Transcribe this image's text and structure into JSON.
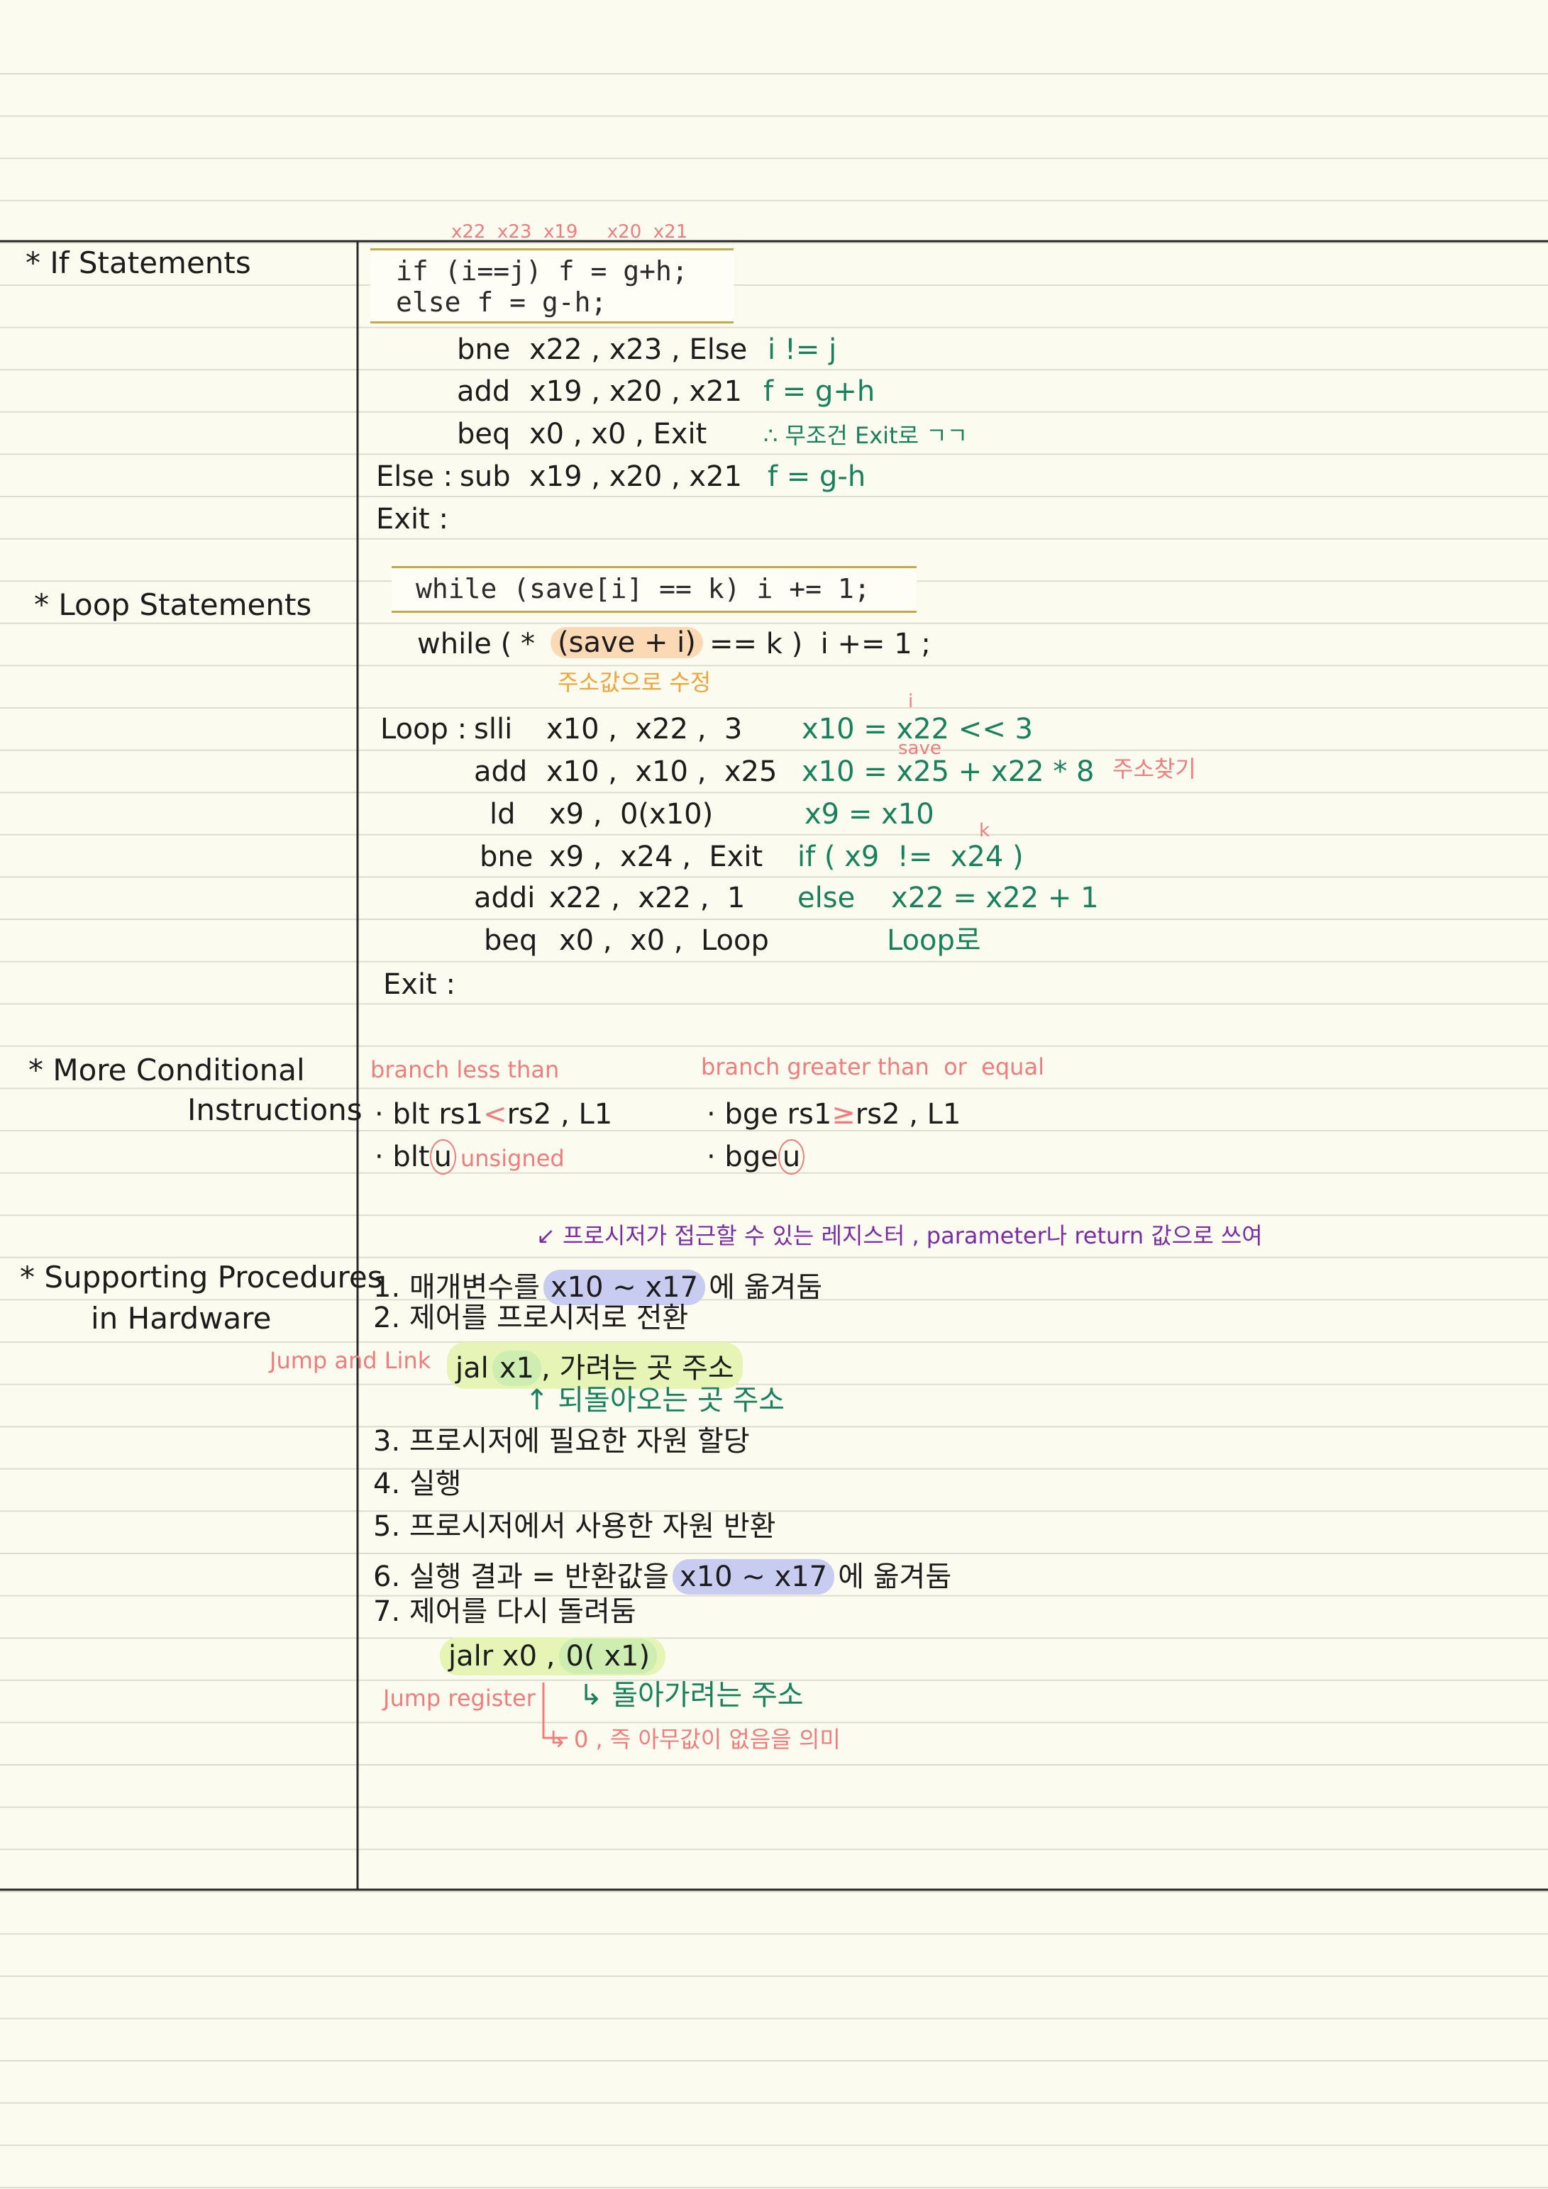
{
  "sections": {
    "if_title": "* If Statements",
    "loop_title": "* Loop Statements",
    "more_title_1": "* More Conditional",
    "more_title_2": "Instructions",
    "proc_title_1": "* Supporting Procedures",
    "proc_title_2": "in Hardware"
  },
  "if_block": {
    "reg_notes": "x22  x23  x19     x20  x21",
    "code": [
      "if (i==j) f = g+h;",
      "else f = g-h;"
    ],
    "asm": [
      {
        "label": "",
        "op": "bne",
        "args": "x22 , x23 , Else",
        "note": "i != j"
      },
      {
        "label": "",
        "op": "add",
        "args": "x19 , x20 , x21",
        "note": "f = g+h"
      },
      {
        "label": "",
        "op": "beq",
        "args": "x0 , x0 , Exit",
        "note": "∴ 무조건 Exit로 ㄱㄱ"
      },
      {
        "label": "Else :",
        "op": "sub",
        "args": "x19 , x20 , x21",
        "note": "f = g-h"
      }
    ],
    "exit_label": "Exit :"
  },
  "loop_block": {
    "code": "while (save[i] == k) i += 1;",
    "rewrite_pre": "while ( *",
    "rewrite_hl": "(save + i)",
    "rewrite_post": "== k )  i += 1 ;",
    "rewrite_note": "주소값으로 수정",
    "loop_label": "Loop :",
    "asm": [
      {
        "op": "slli",
        "args": "x10 ,  x22 ,  3",
        "note": "x10 = x22 << 3"
      },
      {
        "op": "add",
        "args": "x10 ,  x10 ,  x25",
        "note": "x10 = x25 + x22 * 8"
      },
      {
        "op": "ld",
        "args": "x9 ,  0(x10)",
        "note": "x9 = x10"
      },
      {
        "op": "bne",
        "args": "x9 ,  x24 ,  Exit",
        "note": "if ( x9  !=  x24 )"
      },
      {
        "op": "addi",
        "args": "x22 ,  x22 ,  1",
        "note": "else    x22 = x22 + 1"
      },
      {
        "op": "beq",
        "args": "x0 ,  x0 ,  Loop",
        "note": "Loop로"
      }
    ],
    "note_i": "i",
    "note_save": "save",
    "note_k": "k",
    "note_addr": "주소찾기",
    "exit_label": "Exit :"
  },
  "more_block": {
    "blt_label": "branch less than",
    "bge_label": "branch greater than  or  equal",
    "blt_pre": "· blt rs1",
    "blt_sym": "<",
    "blt_post": "rs2 ,  L1",
    "bltu_pre": "· blt",
    "bltu_u": "u",
    "bltu_note": "unsigned",
    "bge_pre": "· bge rs1",
    "bge_sym": "≥",
    "bge_post": "rs2 ,  L1",
    "bgeu_pre": "· bge",
    "bgeu_u": "u"
  },
  "proc_block": {
    "top_note": "↙ 프로시저가 접근할 수 있는 레지스터 , parameter나 return 값으로 쓰여",
    "step1_pre": "1. 매개변수를",
    "step1_hl": "x10 ~ x17",
    "step1_post": "에 옮겨둠",
    "step2": "2. 제어를 프로시저로 전환",
    "jal_label": "Jump and Link",
    "jal_op": "jal",
    "jal_reg": "x1",
    "jal_rest": ", 가려는 곳 주소",
    "jal_note": "↑ 되돌아오는 곳 주소",
    "step3": "3. 프로시저에 필요한 자원 할당",
    "step4": "4. 실행",
    "step5": "5. 프로시저에서 사용한 자원 반환",
    "step6_pre": "6. 실행 결과 = 반환값을",
    "step6_hl": "x10 ~ x17",
    "step6_post": "에 옮겨둠",
    "step7": "7. 제어를 다시 돌려둠",
    "jalr_op": "jalr  x0 ,",
    "jalr_hl": "0( x1)",
    "jalr_label": "Jump register",
    "jalr_note1": "↳ 돌아가려는 주소",
    "jalr_note2": "↳ 0 , 즉 아무값이 없음을 의미"
  },
  "colors": {
    "paper": "#fcfbef",
    "rule": "#dcdcd0",
    "ink": "#1c1c1c",
    "green_note": "#17805c",
    "pink_note": "#f07c7c",
    "orange_note": "#f0a33a",
    "purple_note": "#7c2ba6",
    "hl_blue": "#c8ccf0",
    "hl_green": "#cdeeb0",
    "hl_orange": "#fbd9b4",
    "code_border": "#c9a74f"
  }
}
